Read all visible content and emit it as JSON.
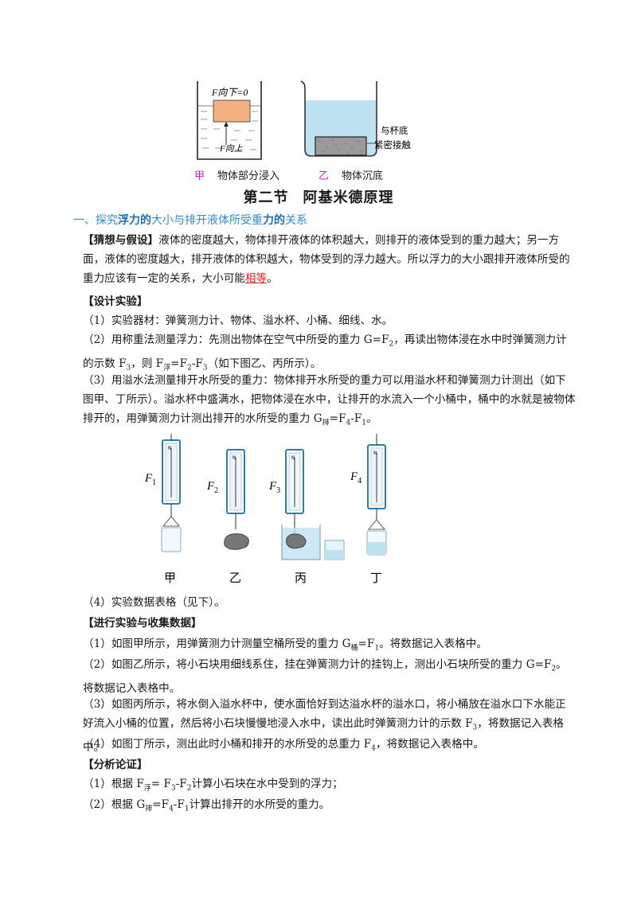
{
  "top_figure": {
    "left_label_top": "F向下=0",
    "left_label_bottom": "F向上",
    "right_annotation_1": "与杯底",
    "right_annotation_2": "紧密接触",
    "caption_a_mark": "甲",
    "caption_a_text": "物体部分浸入",
    "caption_b_mark": "乙",
    "caption_b_text": "物体沉底",
    "colors": {
      "caption_mark": "#c020c0",
      "water": "#bfe2f2",
      "block": "#f4b183"
    }
  },
  "section_title_a": "第二节",
  "section_title_b": "阿基米德原理",
  "subheading": {
    "prefix": "一、探究",
    "b1": "浮力的",
    "mid": "大小与排开液体所受重",
    "b2": "力的",
    "suffix": "关系"
  },
  "hypothesis": {
    "label": "【猜想与假设】",
    "text": "液体的密度越大，物体排开液体的体积越大，则排开的液体受到的重力越大；另一方面，液体的密度越大，排开液体的体积越大，物体受到的浮力越大。所以浮力的大小跟排开液体所受的重力应该有一定的关系，大小可能",
    "highlight": "相等",
    "end": "。"
  },
  "design": {
    "label": "【设计实验】",
    "s1": "（1）实验器材：弹簧测力计、物体、溢水杯、小桶、细线、水。",
    "s2a": "（2）用称重法测量浮力：先测出物体在空气中所受的重力 G=F",
    "s2b": "，再读出物体浸在水中时弹簧测力计的示数 F",
    "s2c": "，则 F",
    "s2d": "=F",
    "s2e": "-F",
    "s2f": "（如下图乙、丙所示）。",
    "s3a": "（3）用溢水法测量排开水所受的重力：物体排开水所受的重力可以用溢水杯和弹簧测力计测出（如下图甲、丁所示）。溢水杯中盛满水，把物体浸在水中，让排开的水流入一个小桶中，桶中的水就是被物体排开的，用弹簧测力计测出排开的水所受的重力 G",
    "s3b": "=F",
    "s3c": "-F",
    "s3d": "。"
  },
  "mid_figure": {
    "f_labels": [
      "F",
      "F",
      "F",
      "F"
    ],
    "f_subs": [
      "1",
      "2",
      "3",
      "4"
    ],
    "scale_letter": "N",
    "captions": [
      "甲",
      "乙",
      "丙",
      "丁"
    ]
  },
  "sub_chars": {
    "fu": "浮",
    "pai": "排",
    "tong": "桶",
    "two": "2",
    "three": "3",
    "four": "4",
    "one": "1"
  },
  "table_note": "（4）实验数据表格（见下）。",
  "procedure": {
    "label": "【进行实验与收集数据】",
    "p1a": "（1）如图甲所示，用弹簧测力计测量空桶所受的重力 G",
    "p1b": "=F",
    "p1c": "。将数据记入表格中。",
    "p2a": "（2）如图乙所示，将小石块用细线系住，挂在弹簧测力计的挂钩上，测出小石块所受的重力 G=F",
    "p2b": "。将数据记入表格中。",
    "p3a": "（3）如图丙所示，将水倒入溢水杯中，使水面恰好到达溢水杯的溢水口，将小桶放在溢水口下水能正好流入小桶的位置，然后将小石块慢慢地浸入水中，读出此时弹簧测力计的示数 F",
    "p3b": "，将数据记入表格中。",
    "p4a": "（4）如图丁所示，测出此时小桶和排开的水所受的总重力 F",
    "p4b": "，将数据记入表格中。"
  },
  "analysis": {
    "label": "【分析论证】",
    "a1a": "（1）根据 F",
    "a1b": "= F",
    "a1c": "-F",
    "a1d": "计算小石块在水中受到的浮力；",
    "a2a": "（2）根据 G",
    "a2b": "=F",
    "a2c": "-F",
    "a2d": "计算出排开的水所受的重力。"
  }
}
